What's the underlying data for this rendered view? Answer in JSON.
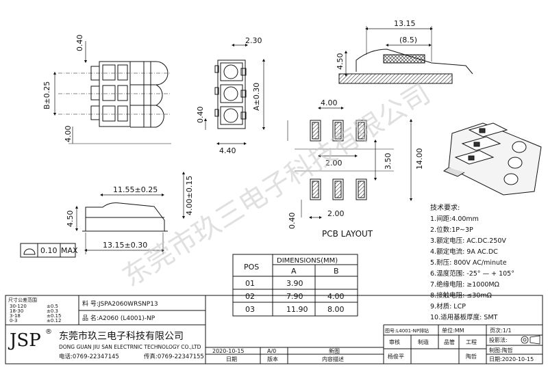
{
  "dimensions": {
    "top_height": "0.40",
    "pitch": "B±0.25",
    "bottom_offset": "4.00",
    "side_width_top": "2.30",
    "side_height": "A±0.30",
    "side_bottom_height": "0.40",
    "side_width_bottom": "4.40",
    "profile_top_length": "13.15",
    "profile_inner": "(8.5)",
    "profile_height": "4.50",
    "front_length": "11.55±0.25",
    "front_height": "4.00±0.15",
    "front_left_height": "4.50",
    "front_bottom_length": "13.15±0.30",
    "flatness_value": "0.10",
    "flatness_max": "MAX"
  },
  "pcb": {
    "pad_pitch": "4.00",
    "gap1": "2.00",
    "row_span": "3.50",
    "total_span": "14.00",
    "pad_width": "2.00",
    "pad_offset": "0.40",
    "caption": "PCB LAYOUT"
  },
  "table": {
    "header_pos": "POS",
    "header_dims": "DIMENSIONS(MM)",
    "header_a": "A",
    "header_b": "B",
    "rows": [
      {
        "pos": "01",
        "a": "3.90",
        "b": ""
      },
      {
        "pos": "02",
        "a": "7.90",
        "b": "4.00"
      },
      {
        "pos": "03",
        "a": "11.90",
        "b": "8.00"
      }
    ]
  },
  "tech": {
    "title": "技术要求:",
    "items": [
      "1.间距:4.00mm",
      "2.位数:1P~3P",
      "3.额定电压: AC.DC.250V",
      "4.额定电流: 9A AC.DC",
      "5.耐压: 800V AC/minute",
      "6.温度范围: -25° — + 105°",
      "7.绝缘电阻: ≥1000MΩ",
      "8.接触电阻: ≤30mΩ",
      "9.材质: LCP",
      "10.适用基板厚度: SMT"
    ]
  },
  "tolerance": {
    "title": "尺寸公差范围",
    "rows": [
      {
        "range": "30-120",
        "tol": "±0.5"
      },
      {
        "range": "18-30",
        "tol": "±0.3"
      },
      {
        "range": "3-18",
        "tol": "±0.15"
      },
      {
        "range": "0-3",
        "tol": "±0.12"
      }
    ]
  },
  "titleblock": {
    "part_no": "料  号:JSPA2060WRSNP13",
    "part_name": "品  名:A2060 (L4001)-NP",
    "logo": "JSP",
    "reg": "®",
    "company_cn": "东莞市玖三电子科技有限公司",
    "company_en": "DONG GUAN JIU SAN ELECTRNIC TECHNOLOGY CO.,LTD",
    "phone": "电话:0769-22347145",
    "fax": "传真:0769-22347155",
    "drawing_no": "图号:L4001-NP排钻",
    "unit": "单位:MM",
    "page": "页次:1/1",
    "rev_date": "2020-10-15",
    "rev_ver": "A/0",
    "rev_desc": "新图",
    "col_date": "日期",
    "col_ver": "版本",
    "col_desc": "内容描述",
    "review": "审核",
    "make": "制造",
    "quality": "品管",
    "engineer": "工程",
    "proj_angle": "投影法:",
    "reviewer": "杨俊平",
    "engineer_name": "陶哲",
    "drafter": "制图:陶哲",
    "date": "日期:2020-10-15"
  },
  "watermark": "东莞市玖三电子科技有限公司",
  "colors": {
    "line": "#111111",
    "pad_fill": "#777777",
    "watermark": "#c8c8c8"
  }
}
